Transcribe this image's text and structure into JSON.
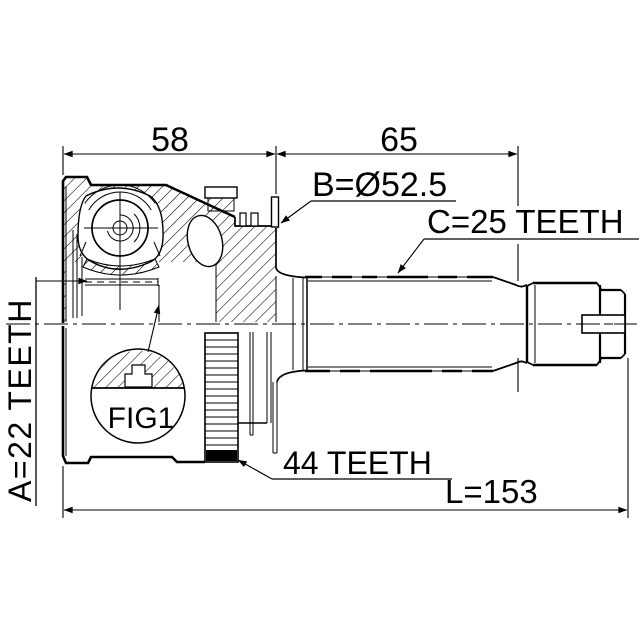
{
  "drawing": {
    "dimensions": {
      "width_left": "58",
      "width_right": "65",
      "overall_length": "L=153",
      "boot_groove_diameter": "B=Ø52.5",
      "outer_spline_count": "C=25 TEETH",
      "inner_spline_count": "A=22 TEETH",
      "abs_ring_teeth": "44 TEETH",
      "figure_reference": "FIG1"
    },
    "colors": {
      "line": "#000000",
      "background": "#ffffff"
    }
  }
}
